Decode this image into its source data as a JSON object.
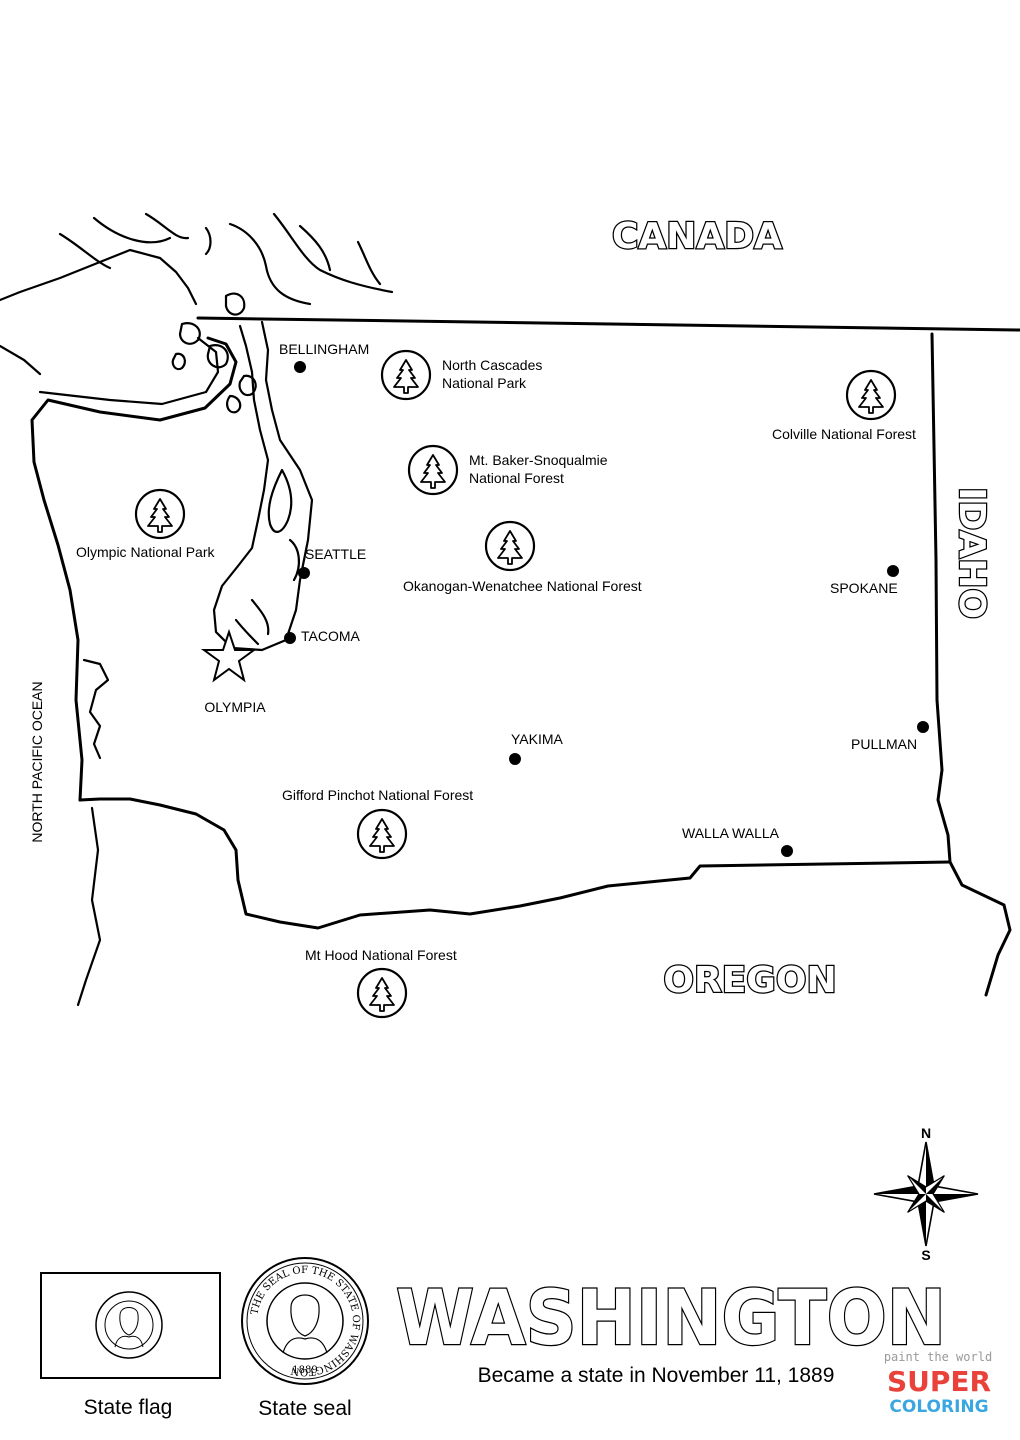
{
  "neighbors": {
    "north": "CANADA",
    "east": "IDAHO",
    "south": "OREGON",
    "west": "NORTH PACIFIC OCEAN"
  },
  "capital": {
    "name": "OLYMPIA",
    "symbol": "star-icon"
  },
  "cities": [
    {
      "key": "bellingham",
      "name": "BELLINGHAM"
    },
    {
      "key": "seattle",
      "name": "SEATTLE"
    },
    {
      "key": "tacoma",
      "name": "TACOMA"
    },
    {
      "key": "yakima",
      "name": "YAKIMA"
    },
    {
      "key": "spokane",
      "name": "SPOKANE"
    },
    {
      "key": "pullman",
      "name": "PULLMAN"
    },
    {
      "key": "walla_walla",
      "name": "WALLA WALLA"
    }
  ],
  "parks": [
    {
      "key": "north_cascades",
      "lines": [
        "North Cascades",
        "National Park"
      ],
      "icon": "tree-icon"
    },
    {
      "key": "mt_baker",
      "lines": [
        "Mt. Baker-Snoqualmie",
        "National Forest"
      ],
      "icon": "tree-icon"
    },
    {
      "key": "olympic",
      "lines": [
        "Olympic National Park"
      ],
      "icon": "tree-icon"
    },
    {
      "key": "okanogan",
      "lines": [
        "Okanogan-Wenatchee National Forest"
      ],
      "icon": "tree-icon"
    },
    {
      "key": "colville",
      "lines": [
        "Colville National Forest"
      ],
      "icon": "tree-icon"
    },
    {
      "key": "gifford",
      "lines": [
        "Gifford Pinchot National Forest"
      ],
      "icon": "tree-icon"
    },
    {
      "key": "mt_hood",
      "lines": [
        "Mt Hood National Forest"
      ],
      "icon": "tree-icon"
    }
  ],
  "compass": {
    "north": "N",
    "south": "S",
    "icon": "compass-rose-icon"
  },
  "footer": {
    "state_name": "WASHINGTON",
    "statehood": "Became a state in November 11, 1889",
    "flag_caption": "State flag",
    "seal_caption": "State seal",
    "seal_ring_text": "THE SEAL OF THE STATE OF WASHINGTON",
    "seal_year": "1889",
    "logo_tagline": "paint the world",
    "logo_word1": "SUPER",
    "logo_word2": "COLORING"
  },
  "colors": {
    "ink": "#000000",
    "paper": "#ffffff",
    "logo_red": "#e8423b",
    "logo_blue": "#3aa7e0",
    "logo_yellow": "#f5c21b",
    "logo_green": "#6cc04a"
  }
}
